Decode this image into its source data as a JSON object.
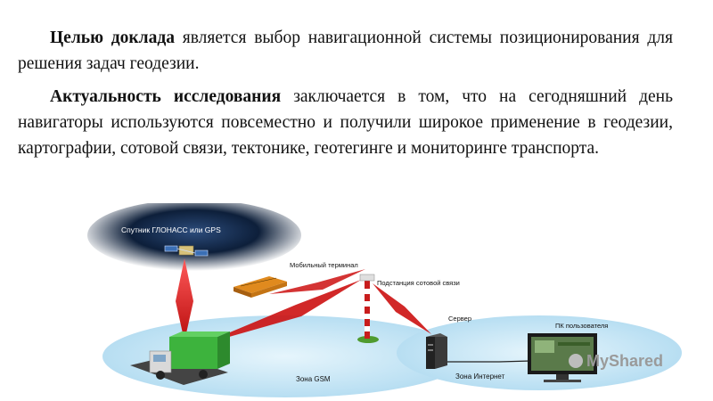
{
  "paragraph1": {
    "bold": "Целью доклада",
    "text": " является выбор навигационной системы позиционирования для решения задач геодезии."
  },
  "paragraph2": {
    "bold": "Актуальность исследования",
    "text": " заключается в том, что на сегодняшний день навигаторы используются повсеместно и получили широкое применение в геодезии, картографии, сотовой связи, тектонике, геотегинге и мониторинге транспорта."
  },
  "diagram": {
    "satellite_label": "Спутник ГЛОНАСС или GPS",
    "terminal_label": "Мобильный терминал",
    "tower_label": "Подстанция сотовой связи",
    "server_label": "Сервер",
    "pc_label": "ПК пользователя",
    "zone_gsm_label": "Зона GSM",
    "zone_internet_label": "Зона Интернет"
  },
  "watermark": {
    "text": "MyShared"
  },
  "colors": {
    "beam": "#cc1111",
    "zone_fill": "#c9e8f6",
    "space": "#0d1f3a",
    "truck_cargo": "#3db33d"
  }
}
